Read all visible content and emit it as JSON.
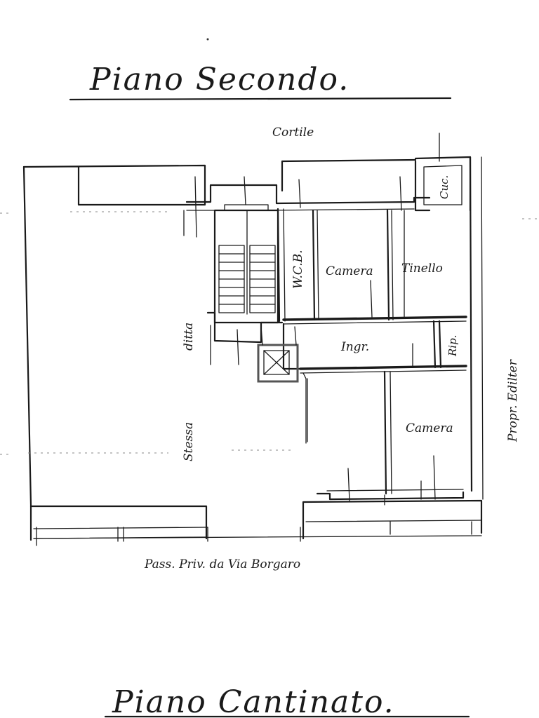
{
  "title_top": "Piano Secondo.",
  "title_bottom": "Piano Cantinato.",
  "labels": {
    "courtyard": "Cortile",
    "wc": "W.C.B.",
    "room1": "Camera",
    "dining": "Tinello",
    "kitchen": "Cuc.",
    "entrance": "Ingr.",
    "closet": "Rip.",
    "room2": "Camera",
    "neighbor_left_a": "ditta",
    "neighbor_left_b": "Stessa",
    "neighbor_right": "Propr. Edilter",
    "street": "Pass. Priv. da Via Borgaro"
  }
}
